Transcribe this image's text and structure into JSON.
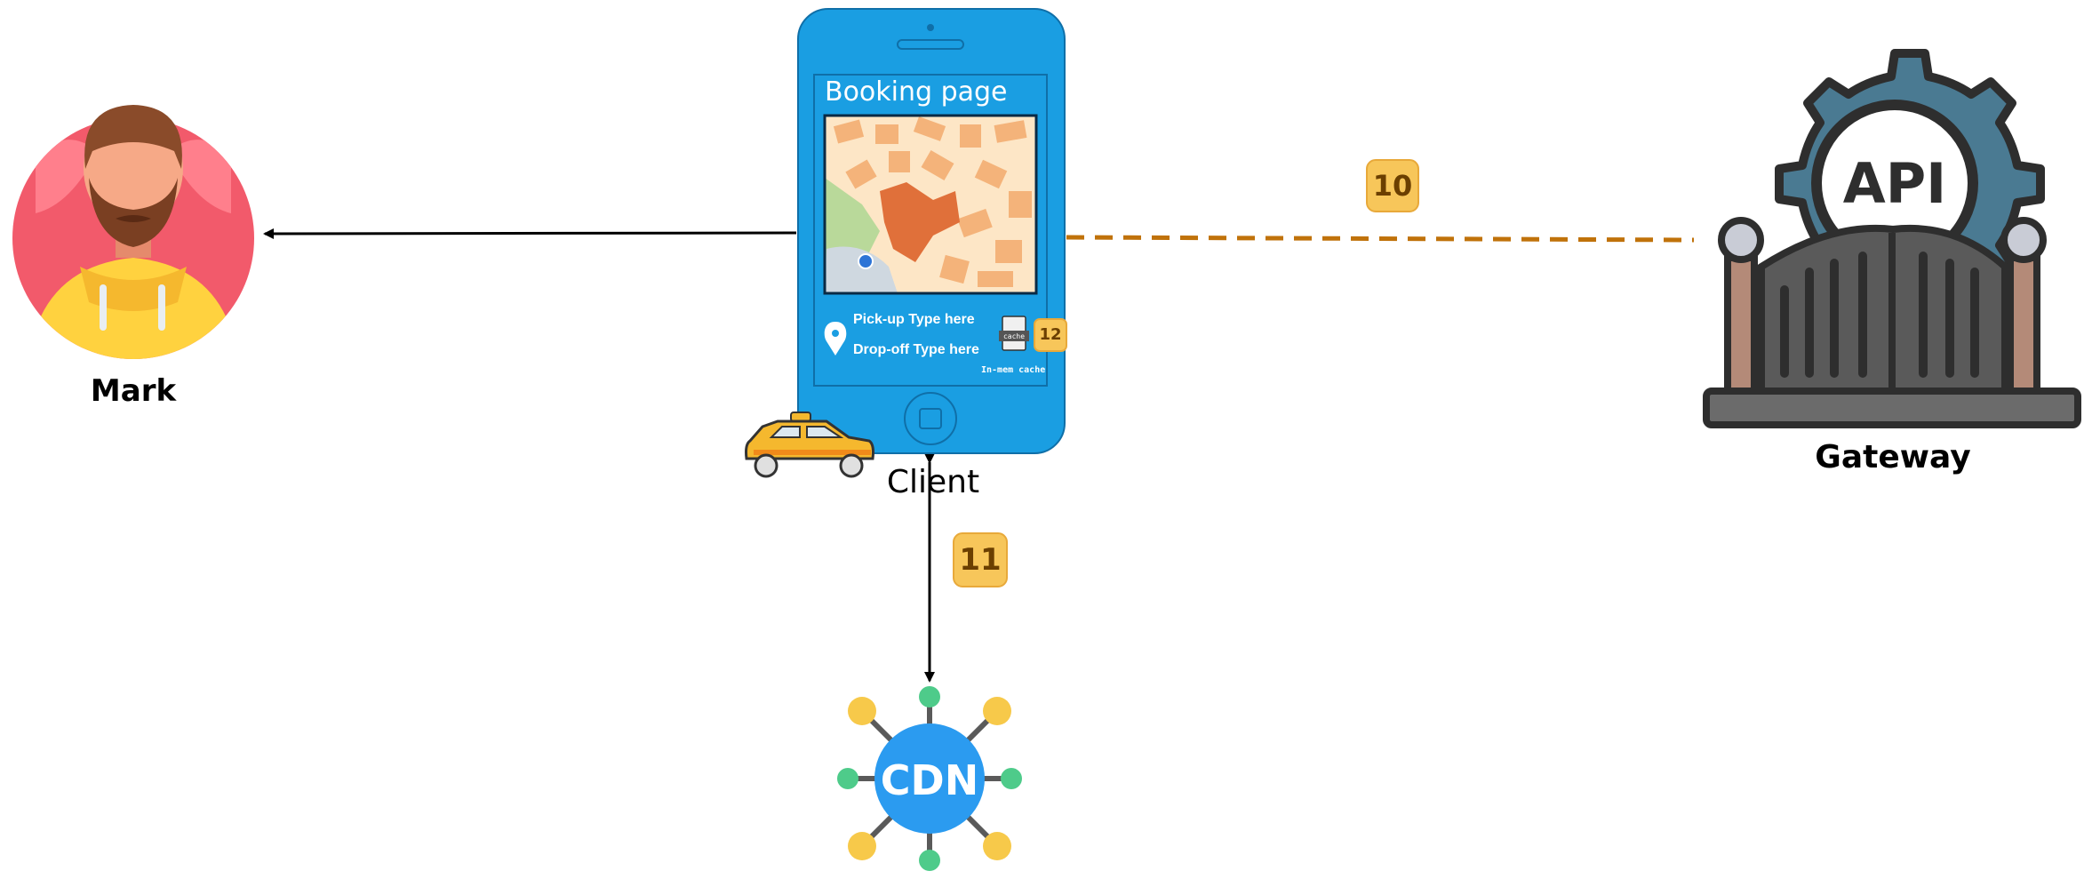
{
  "nodes": {
    "user": {
      "label": "Mark"
    },
    "client": {
      "label": "Client"
    },
    "gateway": {
      "label": "Gateway",
      "logo_text": "API"
    },
    "cdn": {
      "label": "CDN"
    }
  },
  "phone": {
    "title": "Booking page",
    "pickup": "Pick-up Type here",
    "dropoff": "Drop-off Type here",
    "cache_label": "In-mem cache",
    "cache_icon_text": "cache"
  },
  "badges": {
    "b10": "10",
    "b11": "11",
    "b12": "12"
  },
  "colors": {
    "phone_blue": "#1a9ee2",
    "dashed_link": "#c0720a",
    "badge_fill": "#f7c65a",
    "cdn_blue": "#2b9bf0"
  }
}
